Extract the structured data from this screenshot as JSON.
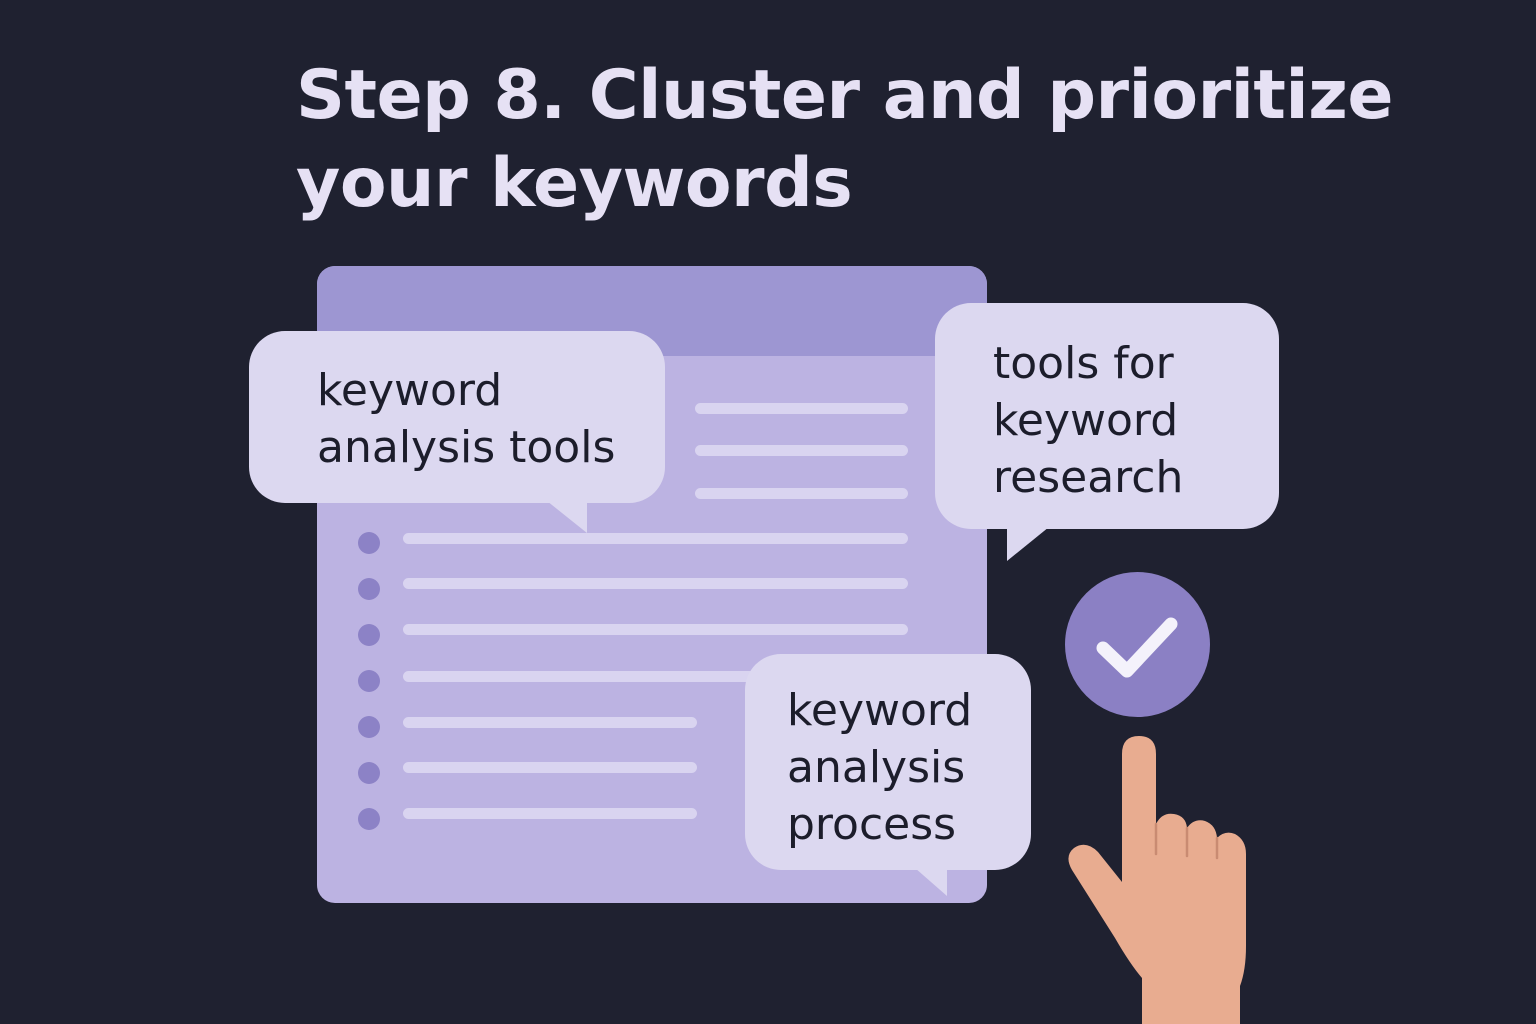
{
  "title": {
    "line1": "Step 8. Cluster and prioritize",
    "line2": "your keywords"
  },
  "bubbles": [
    {
      "lines": [
        "keyword",
        "analysis tools"
      ]
    },
    {
      "lines": [
        "tools for",
        "keyword",
        "research"
      ]
    },
    {
      "lines": [
        "keyword",
        "analysis",
        "process"
      ]
    }
  ],
  "icons": {
    "checkmark": "check-circle-icon",
    "hand": "pointing-hand-icon"
  },
  "colors": {
    "background": "#1f2130",
    "accent": "#8b80c4",
    "card": "#bcb3e2",
    "bubble": "#dcd8f0",
    "hand": "#e8ac90"
  }
}
